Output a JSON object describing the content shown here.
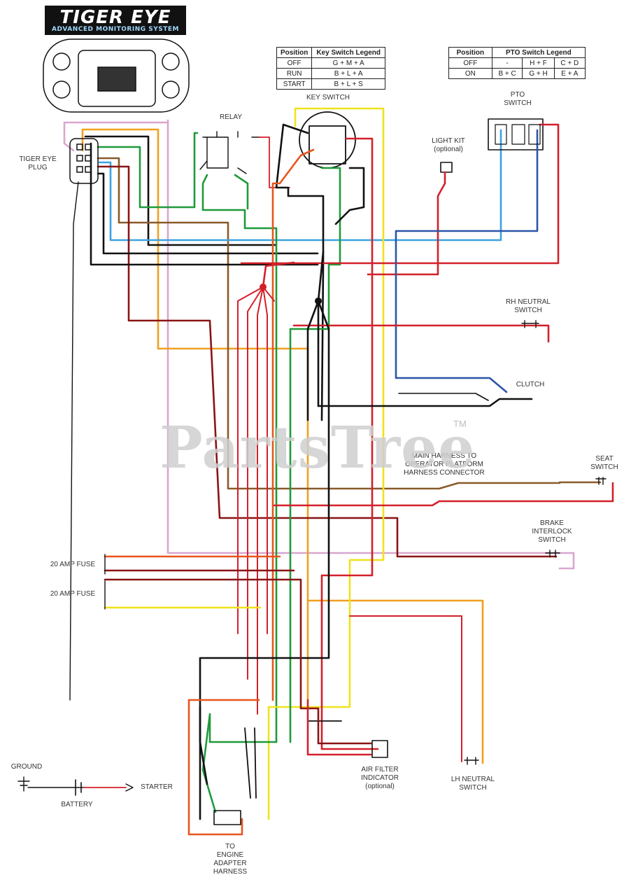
{
  "logo": {
    "title": "TIGER EYE",
    "subtitle": "ADVANCED MONITORING SYSTEM"
  },
  "key_switch_legend": {
    "headers": [
      "Position",
      "Key Switch Legend"
    ],
    "rows": [
      [
        "OFF",
        "G + M + A"
      ],
      [
        "RUN",
        "B + L + A"
      ],
      [
        "START",
        "B + L + S"
      ]
    ]
  },
  "pto_switch_legend": {
    "headers": [
      "Position",
      "PTO Switch Legend"
    ],
    "rows": [
      [
        "OFF",
        "-",
        "H + F",
        "C + D"
      ],
      [
        "ON",
        "B + C",
        "G + H",
        "E + A"
      ]
    ]
  },
  "labels": {
    "tiger_eye_plug": "TIGER EYE\nPLUG",
    "relay": "RELAY",
    "key_switch": "KEY SWITCH",
    "pto_switch": "PTO\nSWITCH",
    "light_kit": "LIGHT KIT\n(optional)",
    "rh_neutral_switch": "RH NEUTRAL\nSWITCH",
    "clutch": "CLUTCH",
    "main_harness": "MAIN HARNESS TO\nOPERATOR PLATFORM\nHARNESS CONNECTOR",
    "seat_switch": "SEAT\nSWITCH",
    "brake_interlock": "BRAKE\nINTERLOCK\nSWITCH",
    "fuse_1": "20 AMP FUSE",
    "fuse_2": "20 AMP FUSE",
    "ground": "GROUND",
    "battery": "BATTERY",
    "starter": "STARTER",
    "engine_adapter": "TO\nENGINE\nADAPTER\nHARNESS",
    "air_filter": "AIR FILTER\nINDICATOR\n(optional)",
    "lh_neutral_switch": "LH NEUTRAL\nSWITCH"
  },
  "watermark": {
    "text": "PartsTree",
    "tm": "TM"
  },
  "wire_colors": {
    "black": "#111111",
    "red": "#d4202a",
    "dark_red": "#8a1414",
    "green": "#1f9a3a",
    "yellow": "#f0e21c",
    "orange": "#f0a020",
    "orange_red": "#e8551c",
    "blue": "#3aa3e0",
    "dark_blue": "#2c55a8",
    "brown": "#8a5a2b",
    "pink": "#d9a6cf"
  }
}
